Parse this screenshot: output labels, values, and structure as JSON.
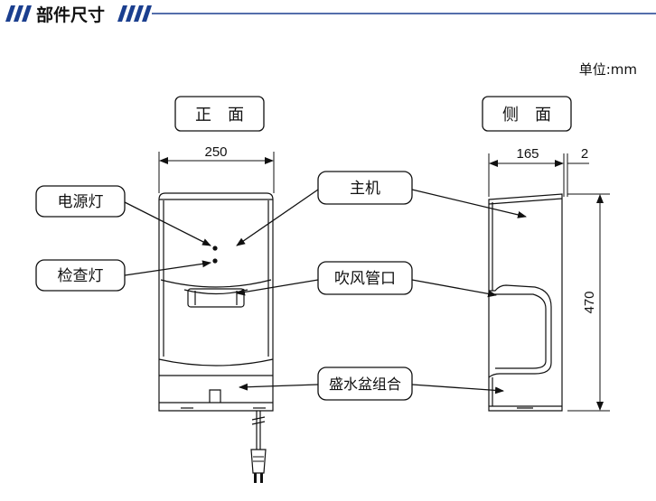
{
  "section_title": "部件尺寸",
  "unit": "单位:mm",
  "views": {
    "front": "正　面",
    "side": "侧　面"
  },
  "dimensions": {
    "front_width": "250",
    "side_depth": "165",
    "side_gap": "2",
    "height": "470"
  },
  "callouts": {
    "power_light": "电源灯",
    "check_light": "检查灯",
    "main_unit": "主机",
    "air_outlet": "吹风管口",
    "basin": "盛水盆组合"
  },
  "colors": {
    "accent": "#1b3f8f",
    "line": "#111111"
  }
}
